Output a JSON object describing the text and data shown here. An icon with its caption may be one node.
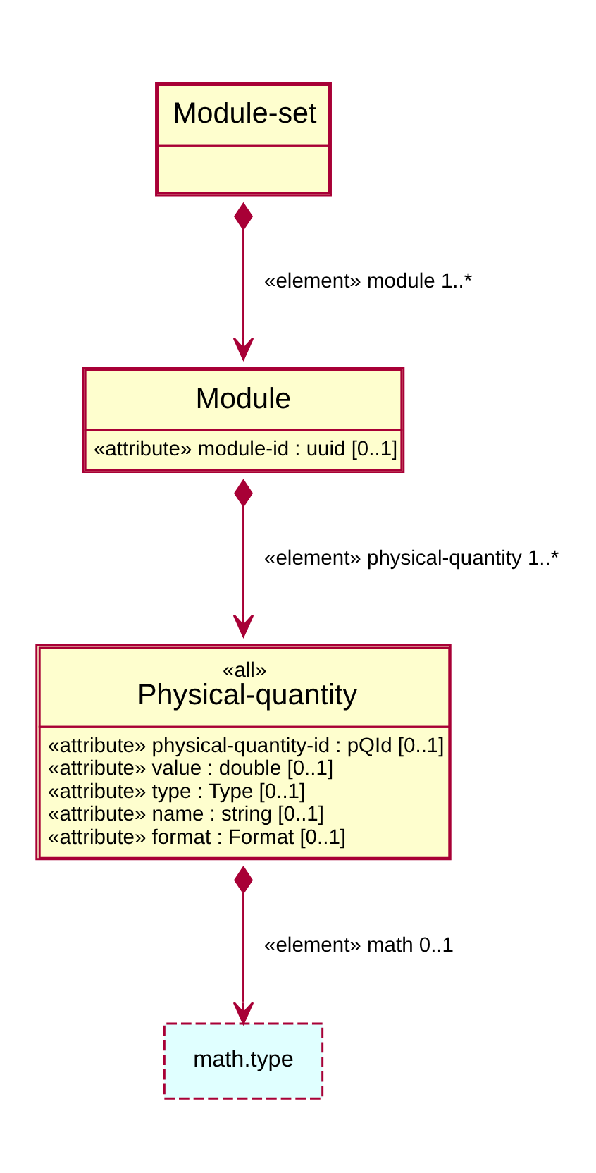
{
  "diagram": {
    "nodes": [
      {
        "text": [
          "Module-set"
        ]
      },
      {
        "text": [
          "Module",
          "«attribute» module-id : uuid [0..1]"
        ]
      },
      {
        "text": [
          "«all»",
          "Physical-quantity",
          "«attribute» physical-quantity-id : pQId [0..1]",
          "«attribute» value : double [0..1]",
          "«attribute» type : Type [0..1]",
          "«attribute» name : string [0..1]",
          "«attribute» format : Format [0..1]"
        ]
      },
      {
        "text": [
          "math.type"
        ]
      }
    ],
    "edges": [
      {
        "from": 0,
        "to": 1,
        "arrow": "to",
        "label": "«element» module 1..*"
      },
      {
        "from": 1,
        "to": 2,
        "arrow": "to",
        "label": "«element» physical-quantity 1..*"
      },
      {
        "from": 2,
        "to": 3,
        "arrow": "to",
        "label": "«element» math 0..1"
      }
    ]
  }
}
